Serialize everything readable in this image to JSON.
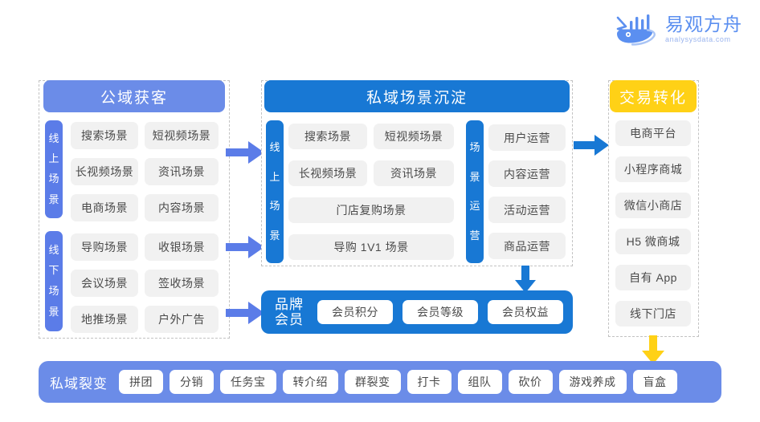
{
  "logo": {
    "name": "易观方舟",
    "domain": "analysysdata.com",
    "icon": "whale-logo-icon",
    "brand_color": "#5b8ff0"
  },
  "colors": {
    "public_header": "#6b8ce8",
    "private_header": "#1878d4",
    "trade_header": "#ffd116",
    "chip_bg": "#f1f1f1",
    "arrow_blue_light": "#5b7ce8",
    "arrow_blue_strong": "#1878d4",
    "arrow_yellow": "#ffd116"
  },
  "public_panel": {
    "header": "公域获客",
    "groups": [
      {
        "label": "线上场景",
        "chars": [
          "线",
          "上",
          "场",
          "景"
        ],
        "items": [
          "搜索场景",
          "短视频场景",
          "长视频场景",
          "资讯场景",
          "电商场景",
          "内容场景"
        ]
      },
      {
        "label": "线下场景",
        "chars": [
          "线",
          "下",
          "场",
          "景"
        ],
        "items": [
          "导购场景",
          "收银场景",
          "会议场景",
          "签收场景",
          "地推场景",
          "户外广告"
        ]
      }
    ]
  },
  "private_panel": {
    "header": "私域场景沉淀",
    "scene_group": {
      "label": "线上场景",
      "chars": [
        "线",
        "上",
        "场",
        "景"
      ],
      "items": [
        "搜索场景",
        "短视频场景",
        "长视频场景",
        "资讯场景",
        "门店复购场景",
        "导购 1V1 场景"
      ]
    },
    "ops_group": {
      "label": "场景运营",
      "chars": [
        "场",
        "景",
        "运",
        "营"
      ],
      "items": [
        "用户运营",
        "内容运营",
        "活动运营",
        "商品运营"
      ]
    }
  },
  "trade_panel": {
    "header": "交易转化",
    "items": [
      "电商平台",
      "小程序商城",
      "微信小商店",
      "H5 微商城",
      "自有 App",
      "线下门店"
    ]
  },
  "member_bar": {
    "title_lines": [
      "品牌",
      "会员"
    ],
    "items": [
      "会员积分",
      "会员等级",
      "会员权益"
    ]
  },
  "bottom_bar": {
    "title": "私域裂变",
    "items": [
      "拼团",
      "分销",
      "任务宝",
      "转介绍",
      "群裂变",
      "打卡",
      "组队",
      "砍价",
      "游戏养成",
      "盲盒"
    ]
  },
  "arrows": [
    {
      "name": "arrow-public-to-private-online",
      "direction": "right",
      "color": "#5b7ce8"
    },
    {
      "name": "arrow-public-to-private-offline",
      "direction": "right",
      "color": "#5b7ce8"
    },
    {
      "name": "arrow-public-to-member",
      "direction": "right",
      "color": "#5b7ce8"
    },
    {
      "name": "arrow-private-to-trade",
      "direction": "right",
      "color": "#1878d4"
    },
    {
      "name": "arrow-private-to-member",
      "direction": "down",
      "color": "#1878d4"
    },
    {
      "name": "arrow-trade-to-bottom",
      "direction": "down",
      "color": "#ffd116"
    }
  ]
}
